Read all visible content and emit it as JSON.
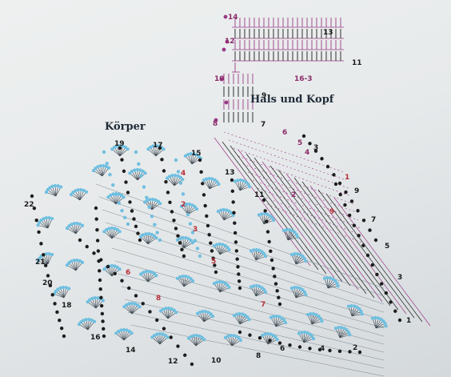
{
  "labels": {
    "neck_head": "Hals und Kopf",
    "body": "Körper"
  },
  "row_numbers": {
    "head": [
      {
        "n": "14",
        "tone": "m"
      },
      {
        "n": "13",
        "tone": "k"
      },
      {
        "n": "12",
        "tone": "m"
      },
      {
        "n": "11",
        "tone": "k"
      },
      {
        "n": "10",
        "tone": "m"
      },
      {
        "n": "9",
        "tone": "k"
      },
      {
        "n": "8",
        "tone": "m"
      },
      {
        "n": "16-3",
        "tone": "m"
      }
    ],
    "neck": [
      {
        "n": "7",
        "tone": "k"
      },
      {
        "n": "6",
        "tone": "m"
      },
      {
        "n": "5",
        "tone": "m"
      },
      {
        "n": "4",
        "tone": "m"
      },
      {
        "n": "3",
        "tone": "k"
      },
      {
        "n": "2",
        "tone": "m"
      },
      {
        "n": "1",
        "tone": "r"
      }
    ],
    "right": [
      {
        "n": "9",
        "tone": "k"
      },
      {
        "n": "7",
        "tone": "k"
      },
      {
        "n": "5",
        "tone": "k"
      },
      {
        "n": "3",
        "tone": "k"
      },
      {
        "n": "1",
        "tone": "k"
      }
    ],
    "body_top": [
      {
        "n": "19",
        "tone": "k"
      },
      {
        "n": "17",
        "tone": "k"
      },
      {
        "n": "15",
        "tone": "k"
      },
      {
        "n": "13",
        "tone": "k"
      },
      {
        "n": "11",
        "tone": "k"
      }
    ],
    "body_left": [
      {
        "n": "22",
        "tone": "k"
      },
      {
        "n": "21",
        "tone": "k"
      },
      {
        "n": "20",
        "tone": "k"
      },
      {
        "n": "18",
        "tone": "k"
      },
      {
        "n": "16",
        "tone": "k"
      }
    ],
    "bottom": [
      {
        "n": "14",
        "tone": "k"
      },
      {
        "n": "12",
        "tone": "k"
      },
      {
        "n": "10",
        "tone": "k"
      },
      {
        "n": "8",
        "tone": "k"
      },
      {
        "n": "6",
        "tone": "k"
      },
      {
        "n": "4",
        "tone": "k"
      },
      {
        "n": "2",
        "tone": "k"
      }
    ],
    "inner": [
      {
        "n": "2",
        "tone": "r"
      },
      {
        "n": "3",
        "tone": "r"
      },
      {
        "n": "4",
        "tone": "r"
      },
      {
        "n": "5",
        "tone": "r"
      },
      {
        "n": "6",
        "tone": "r"
      },
      {
        "n": "7",
        "tone": "r"
      },
      {
        "n": "8",
        "tone": "r"
      },
      {
        "n": "9",
        "tone": "r"
      }
    ]
  },
  "colors": {
    "light_blue": "#6fbfe0",
    "dark": "#1c1c1c",
    "magenta": "#9a3a86",
    "red": "#c43a3a"
  }
}
